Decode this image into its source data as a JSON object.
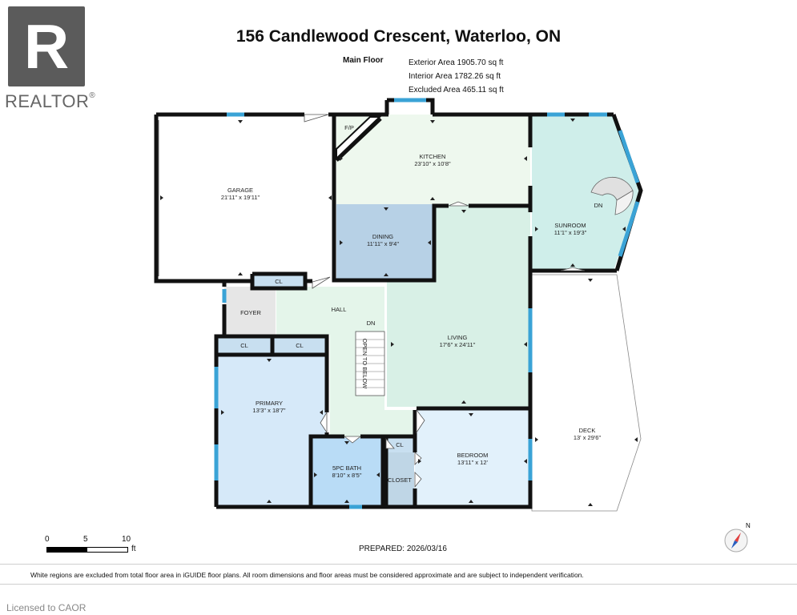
{
  "branding": {
    "logo_letter": "R",
    "logo_text": "REALTOR",
    "logo_mark": "®"
  },
  "title": "156 Candlewood Crescent, Waterloo, ON",
  "floor": {
    "name": "Main Floor",
    "exterior": "Exterior Area 1905.70 sq ft",
    "interior": "Interior Area 1782.26 sq ft",
    "excluded": "Excluded Area 465.11 sq ft"
  },
  "rooms": {
    "garage": {
      "name": "GARAGE",
      "dims": "21'11\" x 19'11\""
    },
    "kitchen": {
      "name": "KITCHEN",
      "dims": "23'10\" x 10'8\""
    },
    "sunroom": {
      "name": "SUNROOM",
      "dims": "11'1\" x 19'3\""
    },
    "dining": {
      "name": "DINING",
      "dims": "11'11\" x 9'4\""
    },
    "living": {
      "name": "LIVING",
      "dims": "17'6\" x 24'11\""
    },
    "deck": {
      "name": "DECK",
      "dims": "13' x 29'6\""
    },
    "primary": {
      "name": "PRIMARY",
      "dims": "13'3\" x 18'7\""
    },
    "bath": {
      "name": "5PC BATH",
      "dims": "8'10\" x 8'5\""
    },
    "bedroom": {
      "name": "BEDROOM",
      "dims": "13'11\" x 12'"
    },
    "foyer": {
      "name": "FOYER"
    },
    "hall": {
      "name": "HALL"
    },
    "closet": {
      "name": "CLOSET"
    }
  },
  "labels": {
    "fp": "F/P",
    "cl": "CL",
    "dn": "DN",
    "open_to_below": "OPEN TO BELOW"
  },
  "colors": {
    "wall": "#111111",
    "window": "#3aa3d6",
    "garage_fill": "#ffffff",
    "kitchen_fill": "#eef8ee",
    "sunroom_fill": "#cfeeea",
    "dining_fill": "#b7d1e6",
    "living_fill": "#d8f0e6",
    "hall_fill": "#e4f5ea",
    "foyer_fill": "#e6e6e6",
    "primary_fill": "#d6e9f9",
    "bath_fill": "#b9dcf6",
    "closet_fill": "#bfd6e6",
    "bedroom_fill": "#e2f1fb",
    "cl_fill": "#c8dff0"
  },
  "scale": {
    "labels": [
      "0",
      "5",
      "10"
    ],
    "unit": "ft"
  },
  "compass_label": "N",
  "prepared": "PREPARED: 2026/03/16",
  "disclaimer": "White regions are excluded from total floor area in iGUIDE floor plans. All room dimensions and floor areas must be considered approximate and are subject to independent verification.",
  "licensed": "Licensed to CAOR"
}
